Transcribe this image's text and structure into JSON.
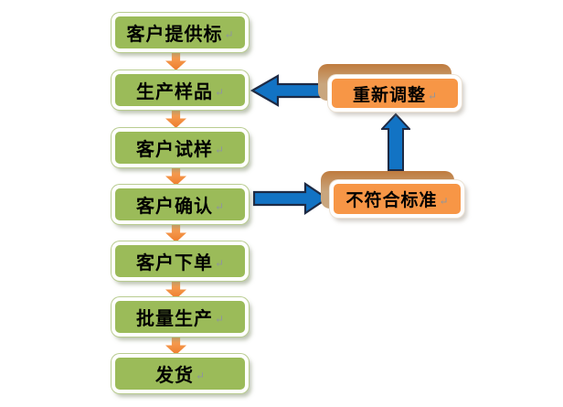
{
  "flow": {
    "steps": [
      {
        "label": "客户提供标"
      },
      {
        "label": "生产样品"
      },
      {
        "label": "客户试样"
      },
      {
        "label": "客户确认"
      },
      {
        "label": "客户下单"
      },
      {
        "label": "批量生产"
      },
      {
        "label": "发货"
      }
    ],
    "return_mark": "↵"
  },
  "feedback": {
    "adjust": {
      "label": "重新调整"
    },
    "nonconform": {
      "label": "不符合标准"
    }
  },
  "colors": {
    "background": "#ffffff",
    "step_fill": "#9BBB59",
    "step_border": "#ffffff",
    "step_outline": "#b9cc90",
    "feedback_fill": "#F79646",
    "feedback_back_fill": "#C9A67E",
    "flow_arrow": "#ED7D31",
    "branch_arrow_fill": "#1273C4",
    "branch_arrow_stroke": "#1E2A44",
    "text": "#000000",
    "return_mark_color": "#8f959e"
  }
}
